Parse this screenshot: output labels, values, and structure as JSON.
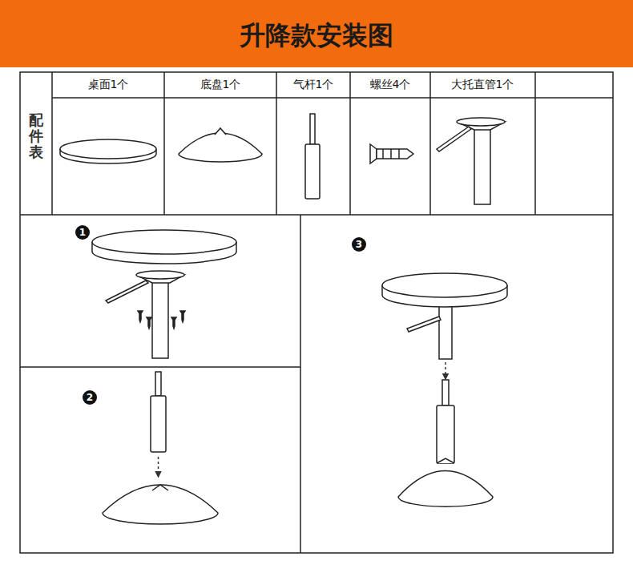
{
  "diagram": {
    "title": "升降款安装图",
    "labels": [
      "配件表",
      "桌面1个",
      "底盘1个",
      "气杆1个",
      "螺丝4个",
      "大托直管1个",
      "1",
      "2",
      "3"
    ]
  }
}
